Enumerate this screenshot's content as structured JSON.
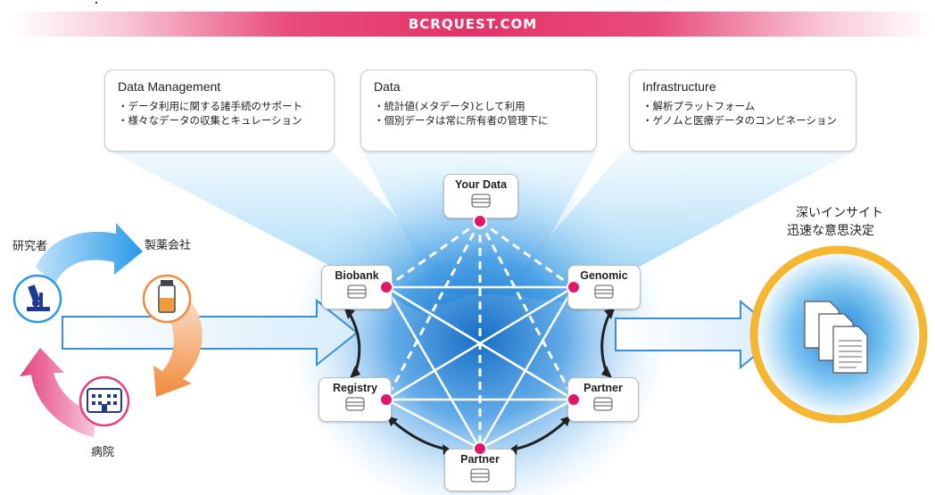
{
  "banner": {
    "text": "BCRQUEST.COM"
  },
  "callouts": [
    {
      "title": "Data Management",
      "items": [
        "データ利用に関する諸手続のサポート",
        "様々なデータの収集とキュレーション"
      ]
    },
    {
      "title": "Data",
      "items": [
        "統計値(メタデータ)として利用",
        "個別データは常に所有者の管理下に"
      ]
    },
    {
      "title": "Infrastructure",
      "items": [
        "解析プラットフォーム",
        "ゲノムと医療データのコンビネーション"
      ]
    }
  ],
  "nodes": {
    "your_data": "Your Data",
    "biobank": "Biobank",
    "genomic": "Genomic",
    "registry": "Registry",
    "partner_right": "Partner",
    "partner_bottom": "Partner"
  },
  "cycle": {
    "researcher": "研究者",
    "pharma": "製薬会社",
    "hospital": "病院"
  },
  "outcome": {
    "line1": "深いインサイト",
    "line2": "迅速な意思決定"
  },
  "colors": {
    "accent": "#e0176a",
    "blue": "#1e7fd0",
    "gold": "#f5b731",
    "banner": "#e3336a"
  }
}
